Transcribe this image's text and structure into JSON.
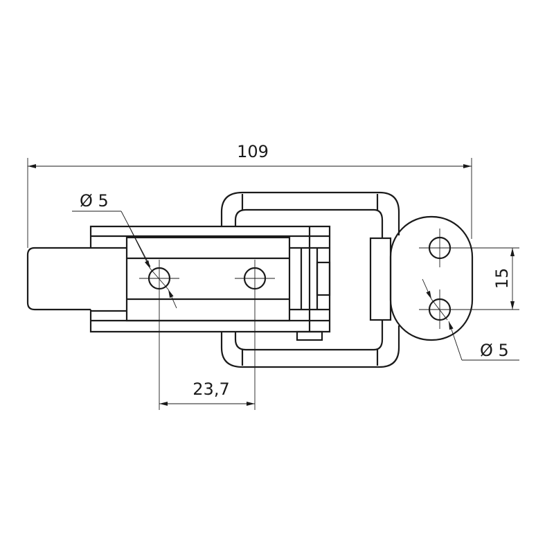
{
  "drawing": {
    "title": "Latch clamp dimensional drawing",
    "dimensions": {
      "overall_length": "109",
      "hole_spacing_horizontal": "23,7",
      "hole_spacing_vertical": "15",
      "hole_diameter_left": "Ø 5",
      "hole_diameter_right": "Ø 5"
    },
    "colors": {
      "line": "#1a1a1a",
      "background": "#ffffff"
    }
  }
}
